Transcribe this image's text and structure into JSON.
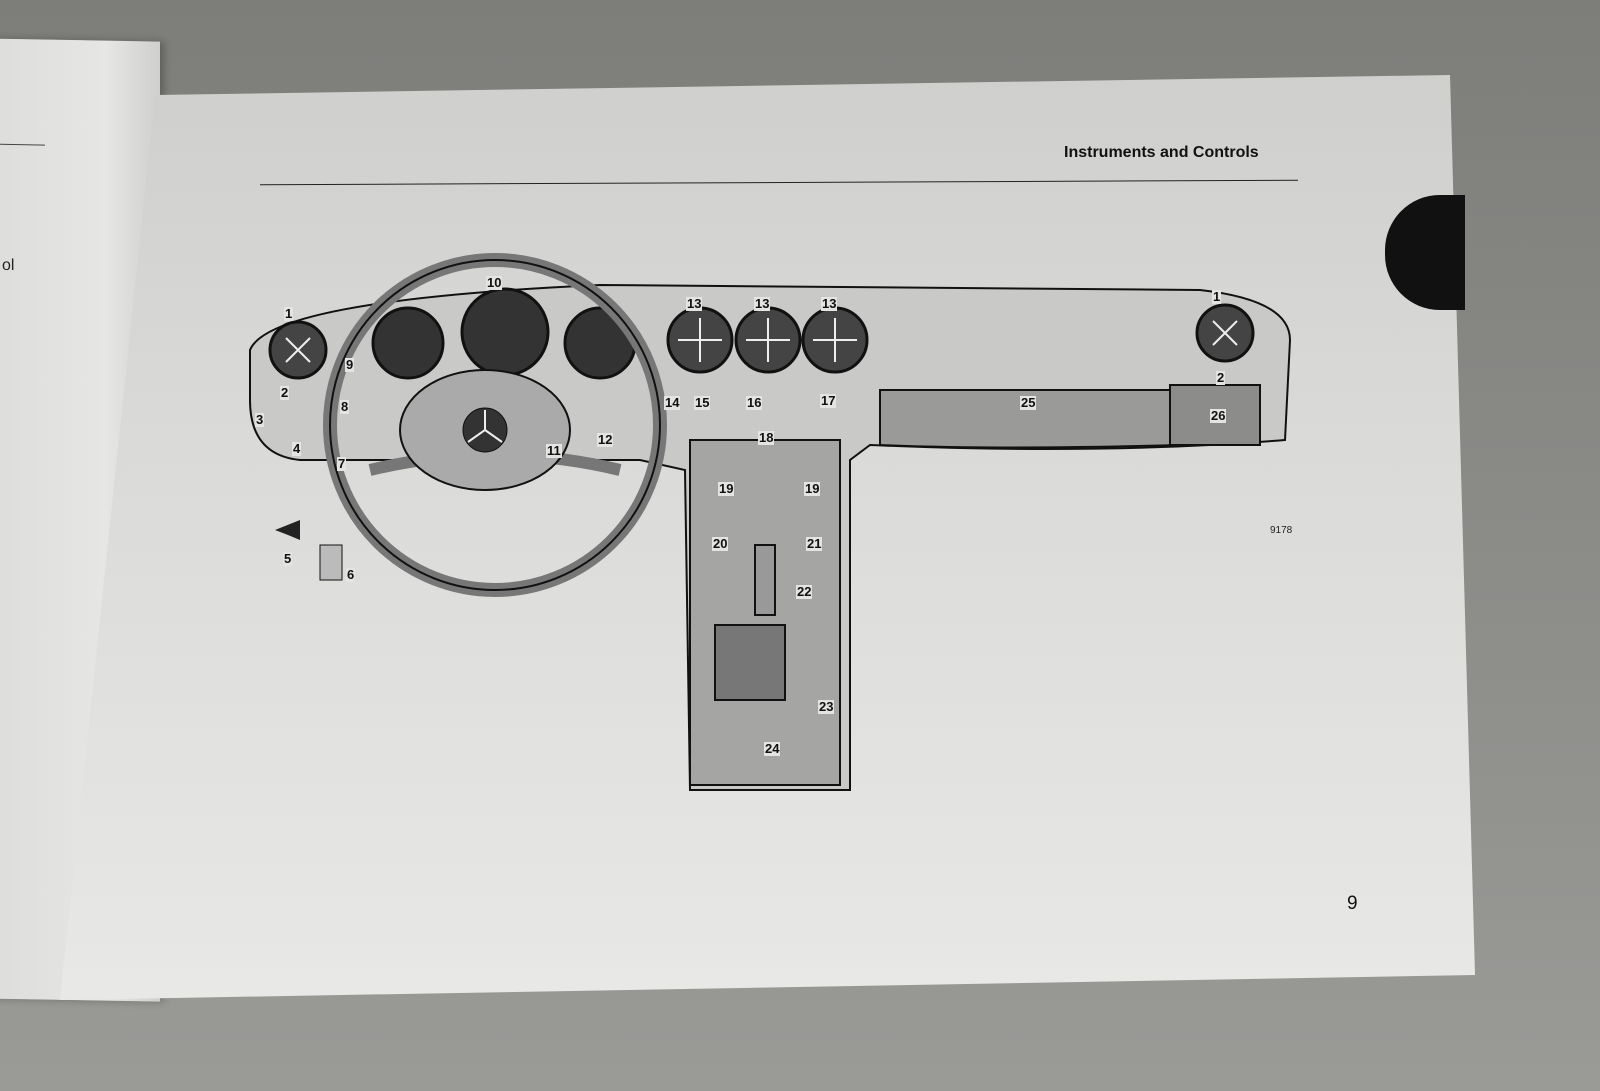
{
  "left_page": {
    "fragment": "ol"
  },
  "header": {
    "title": "Instruments and Controls"
  },
  "figure": {
    "number": "9178",
    "callouts": {
      "c1a": "1",
      "c1b": "1",
      "c2a": "2",
      "c2b": "2",
      "c3": "3",
      "c4": "4",
      "c5": "5",
      "c6": "6",
      "c7": "7",
      "c8": "8",
      "c9": "9",
      "c10": "10",
      "c11": "11",
      "c12": "12",
      "c13a": "13",
      "c13b": "13",
      "c13c": "13",
      "c14": "14",
      "c15": "15",
      "c16": "16",
      "c17": "17",
      "c18": "18",
      "c19a": "19",
      "c19b": "19",
      "c20": "20",
      "c21": "21",
      "c22": "22",
      "c23": "23",
      "c24": "24",
      "c25": "25",
      "c26": "26"
    }
  },
  "page_number": "9"
}
